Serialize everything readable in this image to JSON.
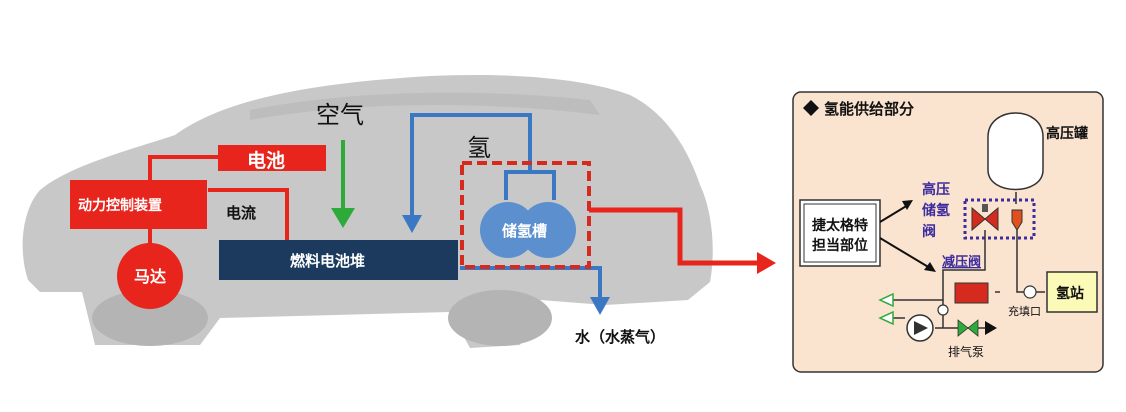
{
  "car": {
    "air_label": "空气",
    "hydrogen_label": "氢",
    "battery_label": "电池",
    "power_control_label": "动力控制装置",
    "current_label": "电流",
    "motor_label": "马达",
    "fuel_cell_label": "燃料电池堆",
    "tank_label": "储氢槽",
    "water_label": "水（水蒸气）"
  },
  "panel": {
    "title": "氢能供给部分",
    "high_pressure_tank": "高压罐",
    "high_pressure_valve": "高压储氢阀",
    "responsible_part_line1": "捷太格特",
    "responsible_part_line2": "担当部位",
    "pressure_reducing_valve": "减压阀",
    "hydrogen_station": "氢站",
    "filling_port": "充填口",
    "exhaust_pump": "排气泵"
  },
  "colors": {
    "red": "#e8251c",
    "navy": "#1b3a5e",
    "blue_line": "#3a78c3",
    "green_arrow": "#2eaa3a",
    "car_body": "#c8c8c8",
    "panel_bg": "#fae3cf"
  }
}
